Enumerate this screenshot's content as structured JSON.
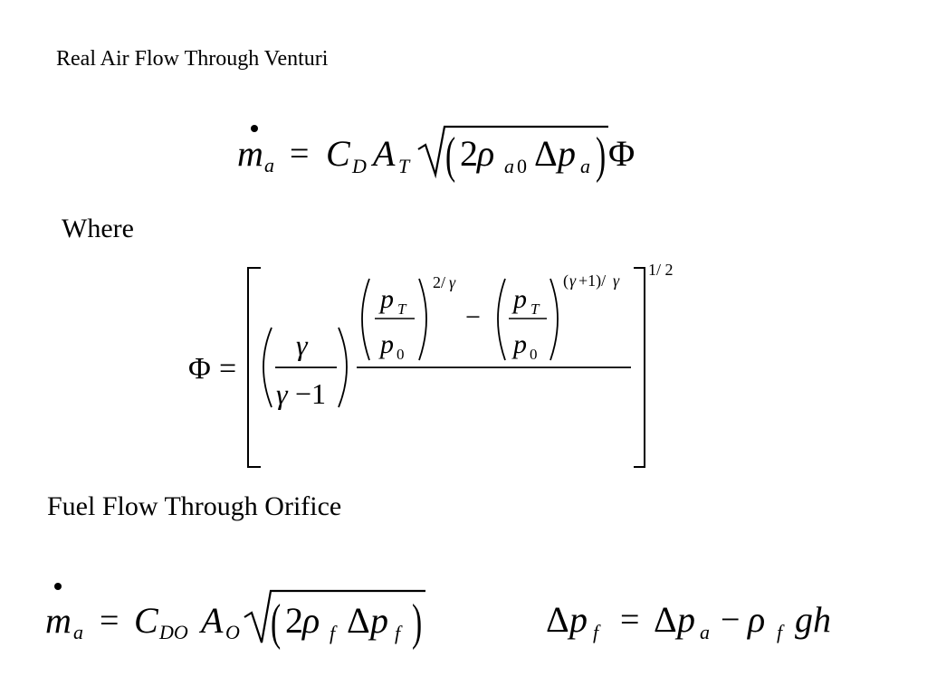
{
  "slide": {
    "title_venturi": "Real Air Flow Through Venturi",
    "where_label": "Where",
    "title_orifice": "Fuel Flow Through Orifice"
  }
}
